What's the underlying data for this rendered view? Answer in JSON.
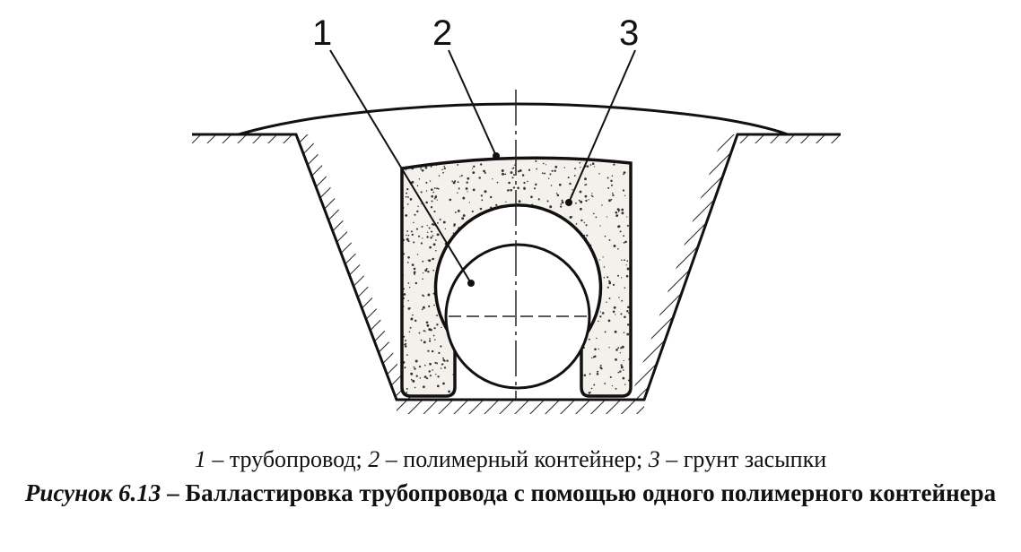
{
  "diagram": {
    "callouts": [
      {
        "number": "1",
        "text": "трубопровод"
      },
      {
        "number": "2",
        "text": "полимерный контейнер"
      },
      {
        "number": "3",
        "text": "грунт засыпки"
      }
    ],
    "legend_separator": " – ",
    "caption_label": "Рисунок 6.13",
    "caption_dash": " – ",
    "caption_title": "Балластировка трубопровода с помощью одного полимерного контейнера"
  }
}
